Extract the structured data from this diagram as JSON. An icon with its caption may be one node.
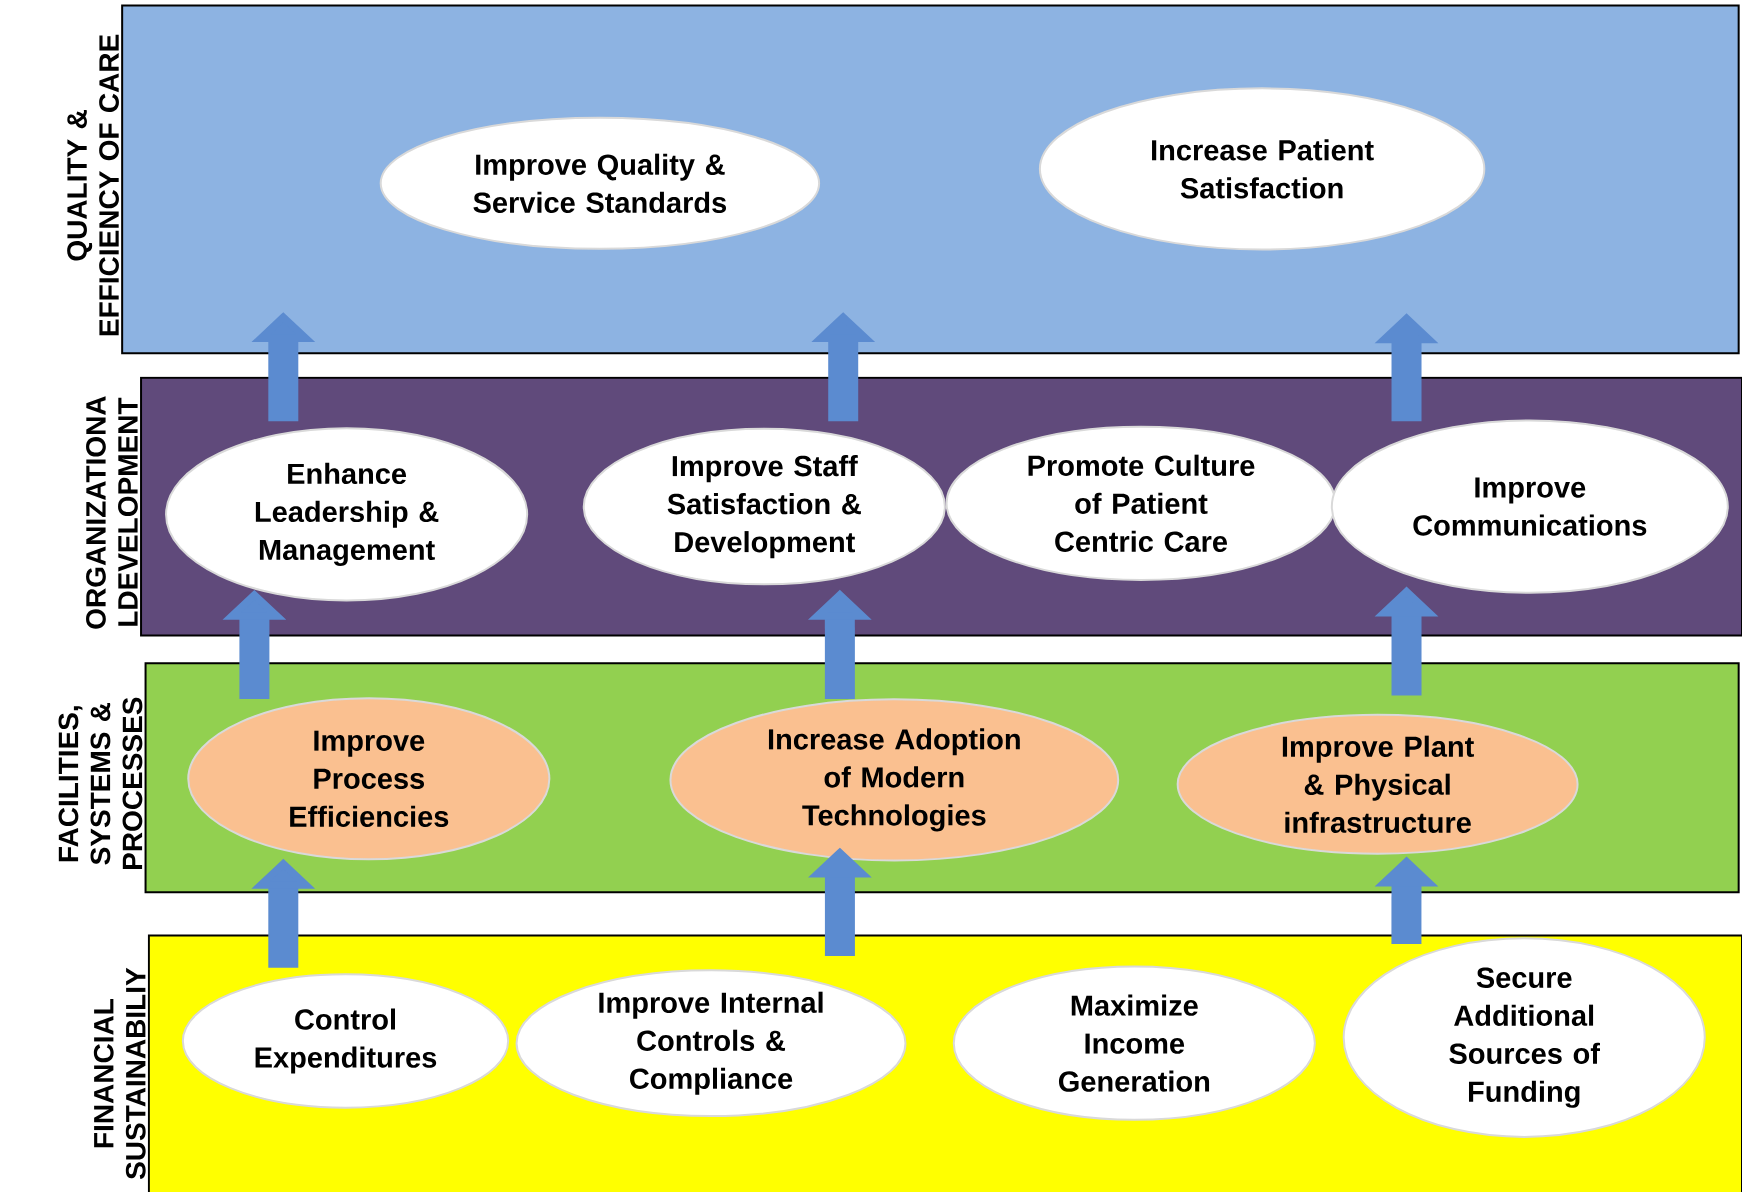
{
  "diagram": {
    "nodes": [
      {
        "text": [
          "QUALITY & EFFICIENCY OF CARE"
        ]
      },
      {
        "text": [
          "Improve Quality & Service Standards"
        ],
        "in": 0
      },
      {
        "text": [
          "Increase Patient Satisfaction"
        ],
        "in": 0
      },
      {
        "text": [
          "ORGANIZATIONA LDEVELOPMENT"
        ]
      },
      {
        "text": [
          "Enhance Leadership & Management"
        ],
        "in": 3
      },
      {
        "text": [
          "Improve Staff Satisfaction & Development"
        ],
        "in": 3
      },
      {
        "text": [
          "Promote Culture of Patient Centric Care"
        ],
        "in": 3
      },
      {
        "text": [
          "Improve Communications"
        ],
        "in": 3
      },
      {
        "text": [
          "FACILITIES, SYSTEMS & PROCESSES"
        ]
      },
      {
        "text": [
          "Improve Process Efficiencies"
        ],
        "in": 8
      },
      {
        "text": [
          "Increase Adoption of Modern Technologies"
        ],
        "in": 8
      },
      {
        "text": [
          "Improve Plant & Physical infrastructure"
        ],
        "in": 8
      },
      {
        "text": [
          "FINANCIAL SUSTAINABILIY"
        ]
      },
      {
        "text": [
          "Control Expenditures"
        ],
        "in": 12
      },
      {
        "text": [
          "Improve Internal Controls & Compliance"
        ],
        "in": 12
      },
      {
        "text": [
          "Maximize Income Generation"
        ],
        "in": 12
      },
      {
        "text": [
          "Secure Additional Sources of Funding"
        ],
        "in": 12
      }
    ],
    "edges": [
      {
        "from": 4,
        "to": 0,
        "arrow": "to"
      },
      {
        "from": 5,
        "to": 0,
        "arrow": "to"
      },
      {
        "from": 7,
        "to": 0,
        "arrow": "to"
      },
      {
        "from": 9,
        "to": 4,
        "arrow": "to"
      },
      {
        "from": 10,
        "to": 5,
        "arrow": "to"
      },
      {
        "from": 11,
        "to": 7,
        "arrow": "to"
      },
      {
        "from": 13,
        "to": 9,
        "arrow": "to"
      },
      {
        "from": 14,
        "to": 10,
        "arrow": "to"
      },
      {
        "from": 16,
        "to": 11,
        "arrow": "to"
      }
    ]
  }
}
